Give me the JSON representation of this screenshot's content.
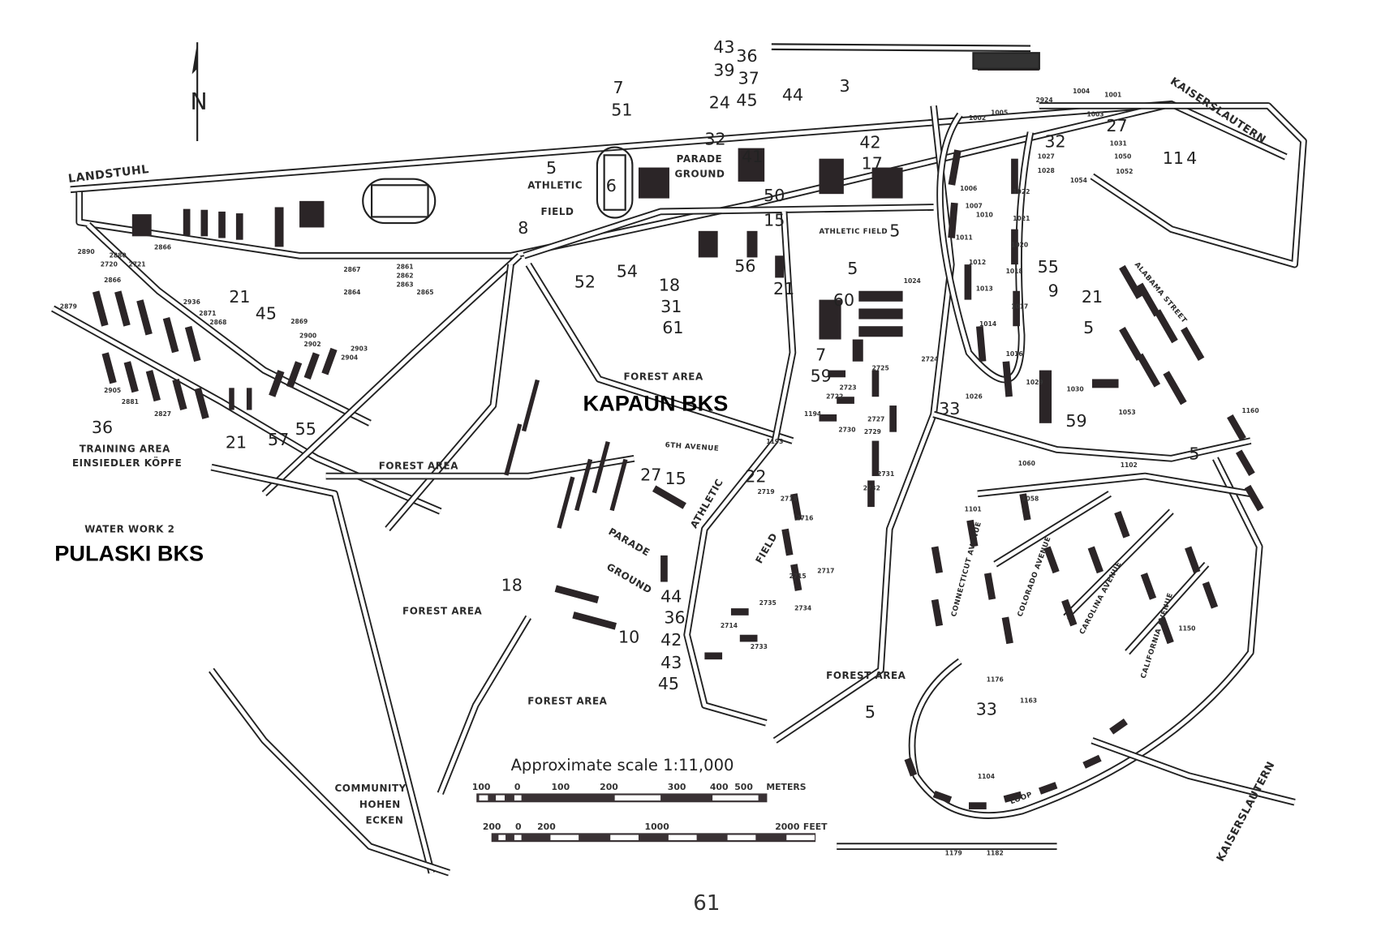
{
  "map": {
    "north_symbol": "N",
    "places": {
      "landstuhl": "LANDSTUHL",
      "kaiserslautern_top": "KAISERSLAUTERN",
      "kaiserslautern_bottom": "KAISERSLAUTERN",
      "kapaun": "KAPAUN BKS",
      "pulaski": "PULASKI BKS",
      "training_area_1": "TRAINING AREA",
      "training_area_2": "EINSIEDLER KÖPFE",
      "water_work": "WATER WORK 2",
      "community_1": "COMMUNITY",
      "community_2": "HOHEN",
      "community_3": "ECKEN",
      "athletic_field_1a": "ATHLETIC",
      "athletic_field_1b": "FIELD",
      "athletic_field_2": "ATHLETIC FIELD",
      "athletic_field_3a": "ATHLETIC",
      "athletic_field_3b": "FIELD",
      "parade_ground_1a": "PARADE",
      "parade_ground_1b": "GROUND",
      "parade_ground_2a": "PARADE",
      "parade_ground_2b": "GROUND",
      "sixth_avenue": "6TH AVENUE",
      "alabama_street": "ALABAMA STREET",
      "connecticut_avenue": "CONNECTICUT AVENUE",
      "colorado_avenue": "COLORADO AVENUE",
      "carolina_avenue": "CAROLINA AVENUE",
      "california_avenue": "CALIFORNIA AVENUE",
      "loop": "LOOP"
    },
    "forest_areas": [
      "FOREST AREA",
      "FOREST AREA",
      "FOREST AREA",
      "FOREST AREA",
      "FOREST AREA"
    ],
    "markers": [
      "7",
      "51",
      "43",
      "36",
      "39",
      "37",
      "45",
      "24",
      "44",
      "3",
      "32",
      "41",
      "42",
      "17",
      "50",
      "15",
      "5",
      "5",
      "56",
      "21",
      "60",
      "7",
      "59",
      "54",
      "52",
      "18",
      "31",
      "61",
      "8",
      "5",
      "6",
      "32",
      "27",
      "4",
      "11",
      "55",
      "9",
      "21",
      "5",
      "59",
      "5",
      "33",
      "33",
      "5",
      "27",
      "15",
      "22",
      "18",
      "44",
      "36",
      "42",
      "43",
      "45",
      "10",
      "21",
      "45",
      "36",
      "21",
      "57",
      "55"
    ],
    "building_numbers": [
      "2890",
      "2880",
      "2866",
      "2867",
      "2861",
      "2862",
      "2863",
      "2864",
      "2865",
      "2866",
      "2879",
      "2936",
      "2871",
      "2868",
      "2869",
      "2900",
      "2902",
      "2903",
      "2904",
      "2905",
      "2881",
      "2827",
      "2924",
      "1004",
      "1003",
      "1001",
      "1002",
      "1005",
      "1006",
      "1007",
      "1010",
      "1011",
      "1012",
      "1013",
      "1014",
      "1016",
      "1017",
      "1018",
      "1020",
      "1021",
      "1022",
      "1024",
      "1026",
      "1027",
      "1028",
      "1029",
      "1030",
      "1031",
      "1050",
      "1052",
      "1053",
      "1054",
      "1058",
      "1060",
      "1101",
      "1102",
      "1104",
      "1150",
      "1160",
      "1163",
      "1176",
      "1179",
      "1182",
      "1193",
      "1194",
      "2722",
      "2723",
      "2724",
      "2725",
      "2727",
      "2729",
      "2730",
      "2731",
      "2732",
      "2733",
      "2734",
      "2735",
      "2714",
      "2715",
      "2716",
      "2717",
      "2718",
      "2719",
      "2720",
      "2721"
    ],
    "scale": {
      "title": "Approximate scale  1:11,000",
      "meters_ticks": [
        "100",
        "0",
        "100",
        "200",
        "300",
        "400",
        "500"
      ],
      "meters_unit": "METERS",
      "feet_ticks": [
        "200",
        "0",
        "200",
        "1000",
        "2000"
      ],
      "feet_unit": "FEET"
    },
    "page_number": "61"
  }
}
